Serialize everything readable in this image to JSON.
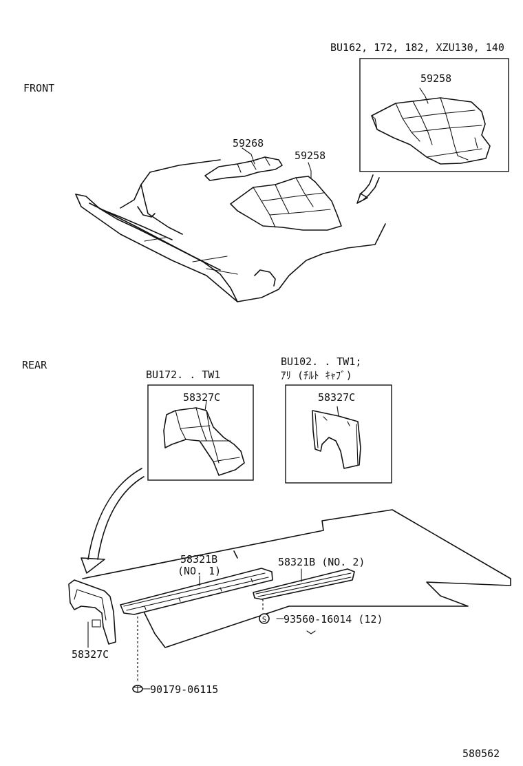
{
  "sections": {
    "front": "FRONT",
    "rear": "REAR"
  },
  "front": {
    "inset_caption": "BU162, 172, 182, XZU130, 140",
    "inset_part": "59258",
    "parts": {
      "part_59268": "59268",
      "part_59258": "59258"
    }
  },
  "rear": {
    "inset_left": {
      "caption": "BU172. . TW1",
      "part": "58327C"
    },
    "inset_right": {
      "caption_line1": "BU102. . TW1;",
      "caption_line2": "ｱﾘ (ﾁﾙﾄ ｷｬﾌﾞ)",
      "part": "58327C"
    },
    "parts": {
      "sill_no1_number": "58321B",
      "sill_no1_suffix": "(NO. 1)",
      "sill_no2": "58321B (NO. 2)",
      "screw": "93560-16014 (12)",
      "screw_symbol": "S",
      "panel": "58327C",
      "clip": "90179-06115"
    }
  },
  "diagram_id": "580562"
}
